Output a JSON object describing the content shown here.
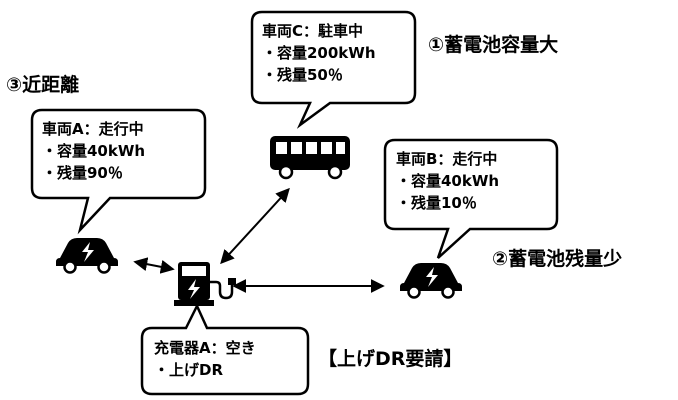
{
  "vehicle_a": {
    "title": "車両A：走行中",
    "capacity": "・容量40kWh",
    "remaining": "・残量90％"
  },
  "vehicle_b": {
    "title": "車両B：走行中",
    "capacity": "・容量40kWh",
    "remaining": "・残量10％"
  },
  "vehicle_c": {
    "title": "車両C：駐車中",
    "capacity": "・容量200kWh",
    "remaining": "・残量50％"
  },
  "charger_a": {
    "title": "充電器A：空き",
    "mode": "・上げDR"
  },
  "labels": {
    "near_distance": "③近距離",
    "large_capacity": "①蓄電池容量大",
    "low_remaining": "②蓄電池残量少",
    "dr_request": "【上げDR要請】"
  },
  "icons": {
    "car_a": "car-ev-icon",
    "car_b": "car-ev-icon",
    "bus_c": "bus-icon",
    "charger": "ev-charger-icon"
  }
}
